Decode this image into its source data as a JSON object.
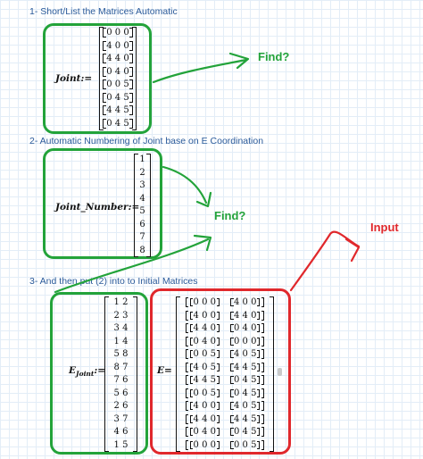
{
  "headings": {
    "h1": "1- Short/List the Matrices Automatic",
    "h2": "2- Automatic Numbering of Joint base on E Coordination",
    "h3": "3- And then put (2) into to Initial Matrices"
  },
  "labels": {
    "joint": "Joint:=",
    "joint_number": "Joint_Number:=",
    "e_joint_main": "E",
    "e_joint_sub": "Joint",
    "e_joint_assign": ":=",
    "e": "E="
  },
  "annotations": {
    "find1": "Find?",
    "find2": "Find?",
    "input": "Input"
  },
  "colors": {
    "green": "#23a33a",
    "red": "#e0282c",
    "heading_blue": "#2a5a9a"
  },
  "joint_matrix": [
    "[0 0 0]",
    "[4 0 0]",
    "[4 4 0]",
    "[0 4 0]",
    "[0 0 5]",
    "[0 4 5]",
    "[4 4 5]",
    "[0 4 5]"
  ],
  "joint_number_matrix": [
    "1",
    "2",
    "3",
    "4",
    "5",
    "6",
    "7",
    "8"
  ],
  "e_joint_matrix": [
    "1 2",
    "2 3",
    "3 4",
    "1 4",
    "5 8",
    "8 7",
    "7 6",
    "5 6",
    "2 6",
    "3 7",
    "4 6",
    "1 5"
  ],
  "e_matrix": [
    [
      "[0 0 0]",
      "[4 0 0]"
    ],
    [
      "[4 0 0]",
      "[4 4 0]"
    ],
    [
      "[4 4 0]",
      "[0 4 0]"
    ],
    [
      "[0 4 0]",
      "[0 0 0]"
    ],
    [
      "[0 0 5]",
      "[4 0 5]"
    ],
    [
      "[4 0 5]",
      "[4 4 5]"
    ],
    [
      "[4 4 5]",
      "[0 4 5]"
    ],
    [
      "[0 0 5]",
      "[0 4 5]"
    ],
    [
      "[4 0 0]",
      "[4 0 5]"
    ],
    [
      "[4 4 0]",
      "[4 4 5]"
    ],
    [
      "[0 4 0]",
      "[0 4 5]"
    ],
    [
      "[0 0 0]",
      "[0 0 5]"
    ]
  ]
}
